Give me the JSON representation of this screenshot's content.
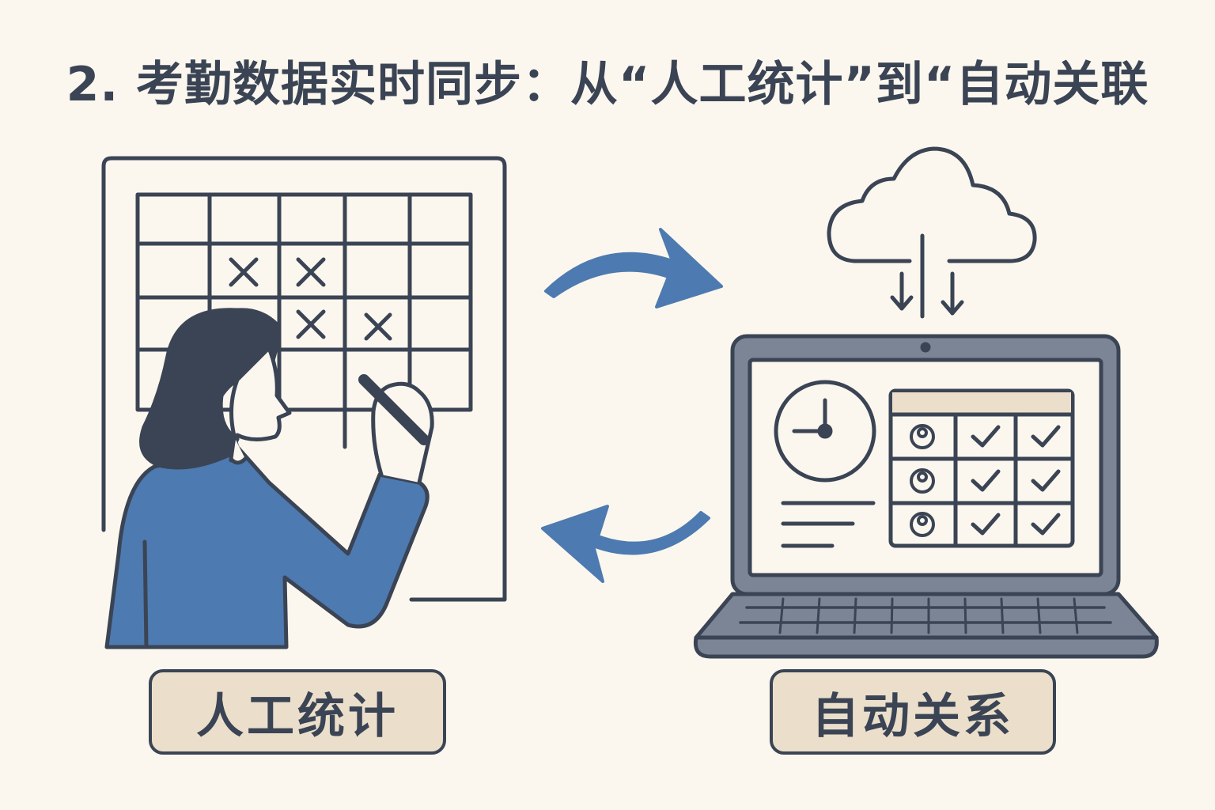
{
  "title": "2. 考勤数据实时同步：从“人工统计”到“自动关联",
  "labels": {
    "manual": "人工统计",
    "auto": "自动关系"
  },
  "colors": {
    "background": "#fbf7ee",
    "ink": "#3b4454",
    "accent_blue": "#4d7ab0",
    "label_fill": "#ebdfcb",
    "laptop_gray": "#7b8596"
  },
  "icons": {
    "cloud": "cloud-download-icon",
    "clock": "clock-icon",
    "sync_top": "arrow-right-curved-icon",
    "sync_bottom": "arrow-left-curved-icon"
  }
}
